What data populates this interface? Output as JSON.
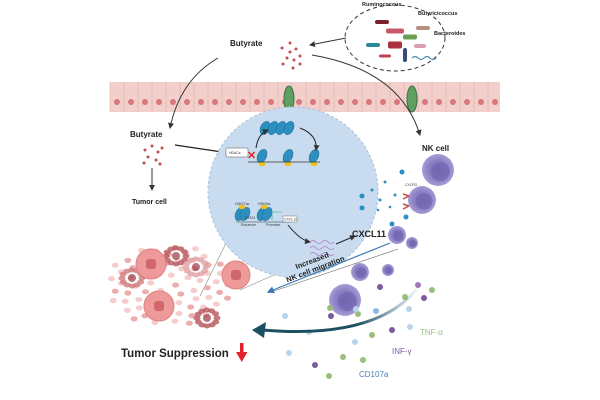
{
  "bacteria": {
    "labels": [
      "Ruminococcus",
      "Butyricicoccus",
      "Bacteroides"
    ]
  },
  "labels": {
    "butyrate_top": "Butyrate",
    "butyrate_left": "Butyrate",
    "tumor_cell": "Tumor cell",
    "nk_cell": "NK cell",
    "cxcl11": "CXCL11",
    "receptor": "CXCR3",
    "migration_line1": "Increased",
    "migration_line2": "NK cell migration",
    "tumor_suppression": "Tumor Suppression",
    "tnf": "TNF-α",
    "inf": "INF-γ",
    "cd107a": "CD107a"
  },
  "nucleus": {
    "hdacs": "HDACs",
    "mark1": "H3K27ac",
    "mark2": "H3K9ac",
    "stat4": "STAT4",
    "enhancer": "Enhancer",
    "promoter": "Promoter",
    "gene": "CXCL11"
  },
  "colors": {
    "nucleus": "#c9dcef",
    "nk": "#8b7fc4",
    "tumor": "#e8a0a0",
    "arrow_teal": "#1d4f63",
    "arrow_blue": "#3a78b5",
    "suppression_arrow": "#e0242a",
    "tnf": "#9bbf7a",
    "inf": "#7a5aa0",
    "cd107a": "#4a7fb8"
  }
}
